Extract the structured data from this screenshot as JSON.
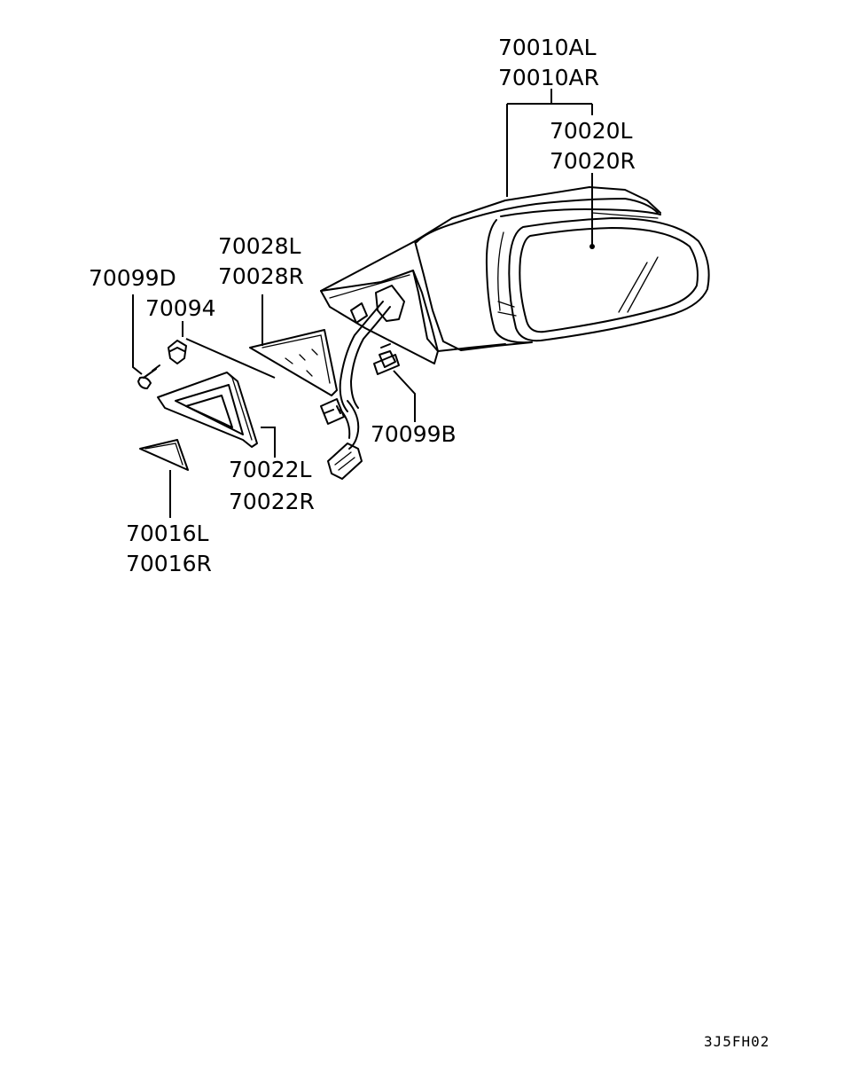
{
  "diagram": {
    "part_numbers": {
      "mirror_assembly_l": "70010AL",
      "mirror_assembly_r": "70010AR",
      "mirror_glass_l": "70020L",
      "mirror_glass_r": "70020R",
      "gasket_l": "70028L",
      "gasket_r": "70028R",
      "screw_d": "70099D",
      "clip": "70094",
      "cover_l": "70022L",
      "cover_r": "70022R",
      "screw_b": "70099B",
      "garnish_l": "70016L",
      "garnish_r": "70016R"
    },
    "figure_code": "3J5FH02"
  }
}
